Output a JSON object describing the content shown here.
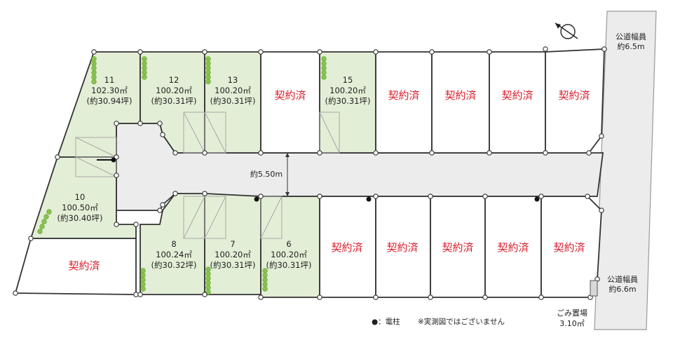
{
  "lots": [
    {
      "id": "lot-11",
      "number": "11",
      "area": "102.30㎡",
      "tsubo": "(約30.94坪)",
      "status": "available"
    },
    {
      "id": "lot-12",
      "number": "12",
      "area": "100.20㎡",
      "tsubo": "(約30.31坪)",
      "status": "available"
    },
    {
      "id": "lot-13",
      "number": "13",
      "area": "100.20㎡",
      "tsubo": "(約30.31坪)",
      "status": "available"
    },
    {
      "id": "lot-15",
      "number": "15",
      "area": "100.20㎡",
      "tsubo": "(約30.31坪)",
      "status": "available"
    },
    {
      "id": "lot-10",
      "number": "10",
      "area": "100.50㎡",
      "tsubo": "(約30.40坪)",
      "status": "available"
    },
    {
      "id": "lot-8",
      "number": "8",
      "area": "100.24㎡",
      "tsubo": "(約30.32坪)",
      "status": "available"
    },
    {
      "id": "lot-7",
      "number": "7",
      "area": "100.20㎡",
      "tsubo": "(約30.31坪)",
      "status": "available"
    },
    {
      "id": "lot-6",
      "number": "6",
      "area": "100.20㎡",
      "tsubo": "(約30.31坪)",
      "status": "available"
    }
  ],
  "sold_label": "契約済",
  "road": {
    "width_label": "約5.50m"
  },
  "public_road_top": {
    "line1": "公道幅員",
    "line2": "約6.5m"
  },
  "public_road_bottom": {
    "line1": "公道幅員",
    "line2": "約6.6m"
  },
  "garbage": {
    "line1": "ごみ置場",
    "line2": "3.10㎡"
  },
  "legend": {
    "pole": "●：電柱",
    "note": "※実測図ではございません"
  },
  "colors": {
    "available_fill": "#e3eed6",
    "sold_text": "#d8202f",
    "road": "#ececec",
    "tree": "#88c24f"
  }
}
